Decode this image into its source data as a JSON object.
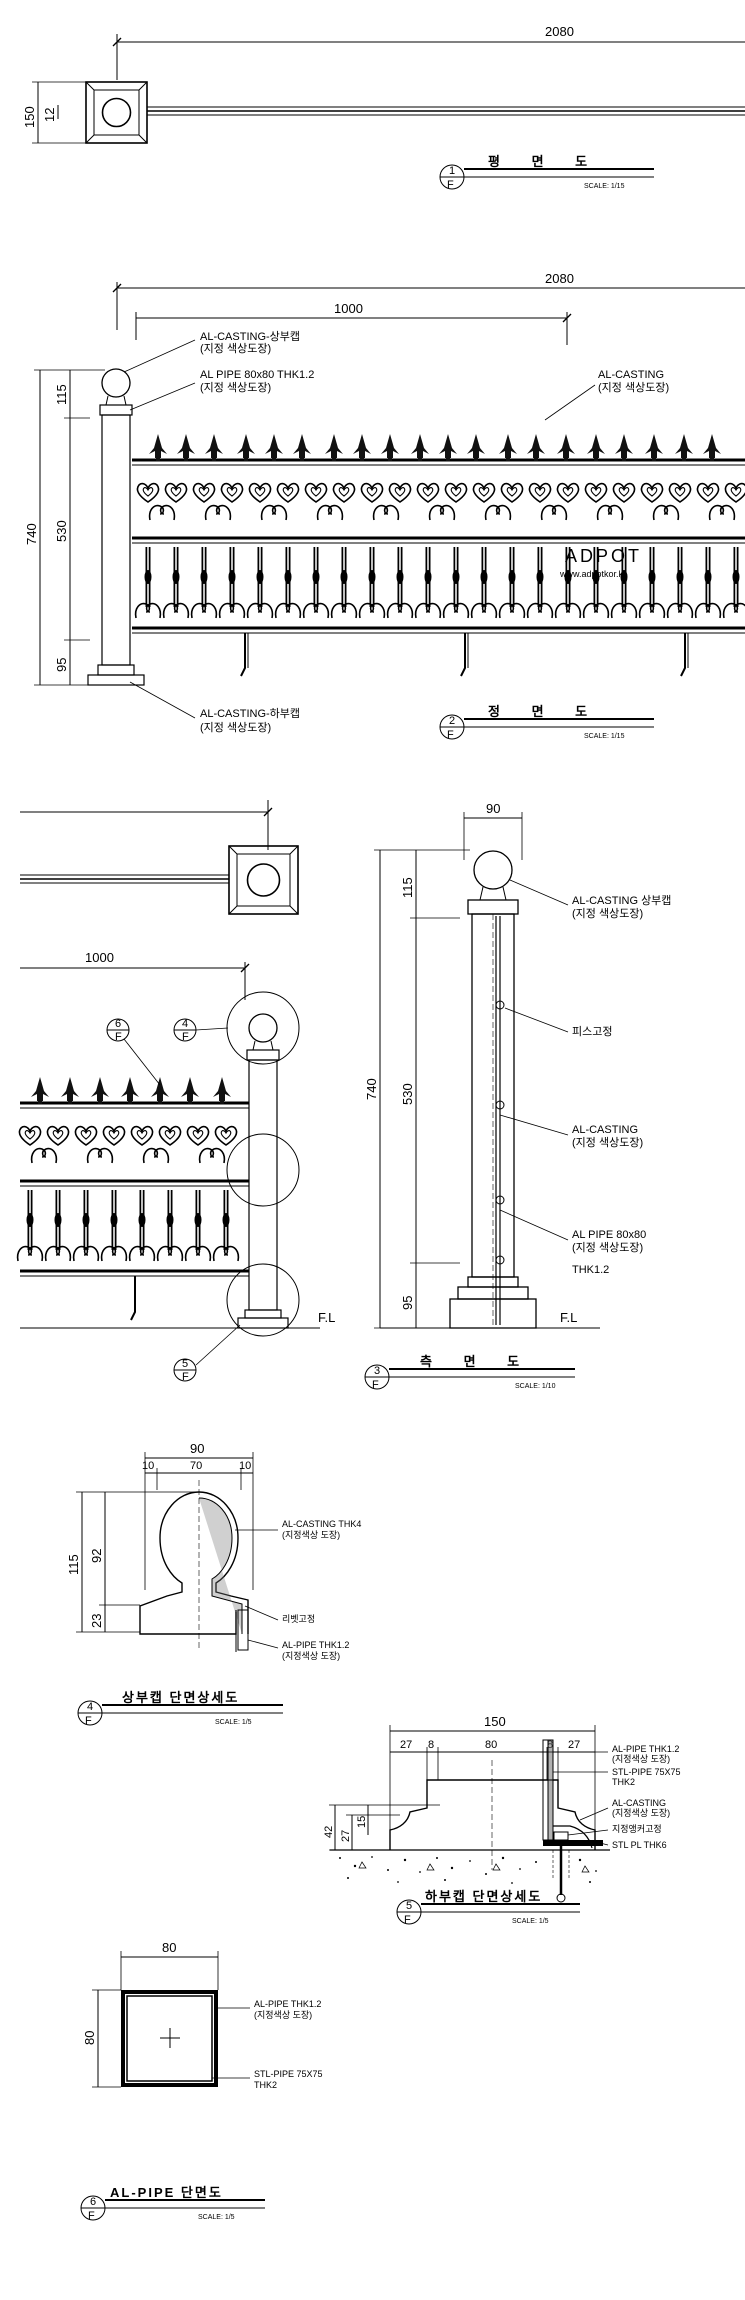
{
  "drawing": {
    "plan_top": {
      "dim_length": "2080",
      "dim_150": "150",
      "dim_12": "12",
      "title_num": "1",
      "title_ref": "F",
      "title": "평 면 도",
      "scale": "SCALE: 1/15"
    },
    "elevation": {
      "dim_length": "2080",
      "dim_1000": "1000",
      "dim_115": "115",
      "dim_740": "740",
      "dim_530": "530",
      "dim_95": "95",
      "cap_label_1": "AL-CASTING-상부캡",
      "cap_label_2": "(지정 색상도장)",
      "pipe_label_1": "AL PIPE 80x80 THK1.2",
      "pipe_label_2": "(지정 색상도장)",
      "cast_label_1": "AL-CASTING",
      "cast_label_2": "(지정 색상도장)",
      "base_label_1": "AL-CASTING-하부캡",
      "base_label_2": "(지정 색상도장)",
      "watermark": "ADPOT",
      "watermark_url": "www.adpotkor.kr",
      "title_num": "2",
      "title_ref": "F",
      "title": "정 면 도",
      "scale": "SCALE: 1/15"
    },
    "detail_mid": {
      "dim_1000": "1000",
      "callout_6": "6",
      "callout_4": "4",
      "callout_5": "5",
      "callout_ref": "F",
      "fl_left": "F.L"
    },
    "side": {
      "dim_90": "90",
      "dim_115": "115",
      "dim_740": "740",
      "dim_530": "530",
      "dim_95": "95",
      "cap_label_1": "AL-CASTING 상부캡",
      "cap_label_2": "(지정 색상도장)",
      "screw_label": "피스고정",
      "cast_label_1": "AL-CASTING",
      "cast_label_2": "(지정 색상도장)",
      "pipe_label_1": "AL PIPE 80x80",
      "pipe_label_2": "(지정 색상도장)",
      "pipe_label_3": "THK1.2",
      "fl": "F.L",
      "title_num": "3",
      "title_ref": "F",
      "title": "측 면 도",
      "scale": "SCALE: 1/10"
    },
    "top_cap": {
      "dim_90": "90",
      "dim_10a": "10",
      "dim_70": "70",
      "dim_10b": "10",
      "dim_115": "115",
      "dim_92": "92",
      "dim_23": "23",
      "cast_label_1": "AL-CASTING THK4",
      "cast_label_2": "(지정색상 도장)",
      "rivet_label": "리벳고정",
      "pipe_label_1": "AL-PIPE THK1.2",
      "pipe_label_2": "(지정색상 도장)",
      "title_num": "4",
      "title_ref": "F",
      "title": "상부캡 단면상세도",
      "scale": "SCALE: 1/5"
    },
    "bottom_cap": {
      "dim_150": "150",
      "dim_27a": "27",
      "dim_8a": "8",
      "dim_80": "80",
      "dim_8b": "8",
      "dim_27b": "27",
      "dim_42": "42",
      "dim_27c": "27",
      "dim_15": "15",
      "pipe_label_1": "AL-PIPE THK1.2",
      "pipe_label_2": "(지정색상 도장)",
      "stl_label_1": "STL-PIPE 75X75",
      "stl_label_2": "THK2",
      "cast_label_1": "AL-CASTING",
      "cast_label_2": "(지정색상 도장)",
      "anchor_label": "지정앵커고정",
      "plate_label": "STL PL THK6",
      "title_num": "5",
      "title_ref": "F",
      "title": "하부캡 단면상세도",
      "scale": "SCALE: 1/5"
    },
    "pipe_section": {
      "dim_80a": "80",
      "dim_80b": "80",
      "pipe_label_1": "AL-PIPE THK1.2",
      "pipe_label_2": "(지정색상 도장)",
      "stl_label_1": "STL-PIPE 75X75",
      "stl_label_2": "THK2",
      "title_num": "6",
      "title_ref": "F",
      "title": "AL-PIPE 단면도",
      "scale": "SCALE: 1/5"
    }
  }
}
